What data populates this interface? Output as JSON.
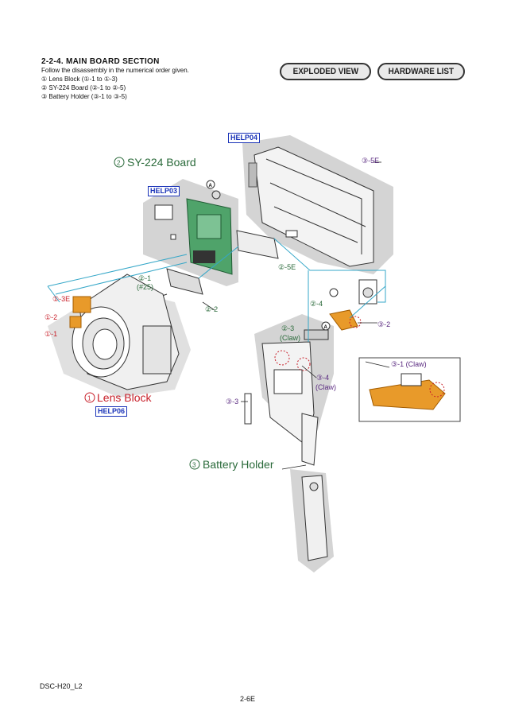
{
  "header": {
    "title": "2-2-4.  MAIN  BOARD  SECTION",
    "instruction": "Follow the disassembly in the numerical order given.",
    "steps": [
      "① Lens Block (①-1 to ①-3)",
      "② SY-224 Board (②-1 to ②-5)",
      "③ Battery Holder (③-1 to ③-5)"
    ]
  },
  "buttons": {
    "exploded_view": "EXPLODED VIEW",
    "hardware_list": "HARDWARE LIST"
  },
  "help_tags": {
    "help03": "HELP03",
    "help04": "HELP04",
    "help06": "HELP06"
  },
  "labels": {
    "sy224_board": "SY-224 Board",
    "lens_block": "Lens Block",
    "battery_holder": "Battery Holder",
    "p2_1": "②-1",
    "p2_1_sub": "(#25)",
    "p2_2": "②-2",
    "p2_3": "②-3",
    "p2_3_sub": "(Claw)",
    "p2_4": "②-4",
    "p2_5e": "②-5E",
    "p3_2": "③-2",
    "p3_3": "③-3",
    "p3_4": "③-4",
    "p3_4_sub": "(Claw)",
    "p3_5e": "③-5E",
    "p3_1_claw": "③-1 (Claw)",
    "p1_1": "①-1",
    "p1_2": "①-2",
    "p1_3e": "①-3E",
    "circle_a": "A",
    "circle_1": "1",
    "circle_2": "2",
    "circle_3": "3"
  },
  "footer": {
    "model": "DSC-H20_L2",
    "page": "2-6E"
  },
  "colors": {
    "red_label": "#c8202a",
    "green_label": "#2a6a3a",
    "purple_label": "#5a2a80",
    "help_blue": "#1a33b8",
    "board_green": "#4fa36a",
    "flex_orange": "#e89a2a",
    "leader_cyan": "#35a7c8",
    "shadow_gray": "#d2d2d2"
  }
}
